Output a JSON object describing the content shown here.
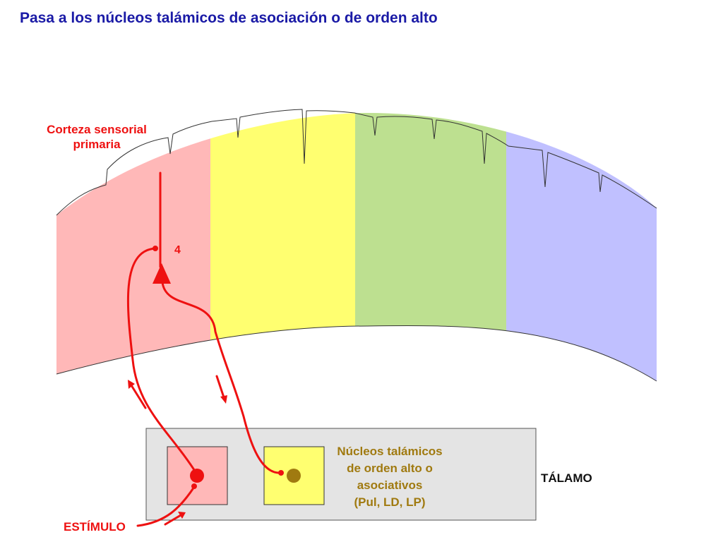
{
  "title": "Pasa a los núcleos talámicos de asociación o de orden alto",
  "cortex": {
    "label_line1": "Corteza sensorial",
    "label_line2": "primaria",
    "layer_label": "4",
    "region_colors": [
      "#ffb8b8",
      "#ffff70",
      "#bde090",
      "#c0c0ff"
    ]
  },
  "thalamus": {
    "label": "TÁLAMO",
    "box_color": "#e4e4e4",
    "primary_nucleus_color": "#ffb8b8",
    "association_nucleus_color": "#ffff70",
    "association_label_lines": [
      "Núcleos talámicos",
      "de orden alto o",
      "asociativos",
      "(Pul, LD, LP)"
    ]
  },
  "stimulus_label": "ESTÍMULO",
  "colors": {
    "pathway": "#ee1111",
    "association_text": "#a07a10",
    "association_neuron": "#a07a10",
    "title": "#1a1aa6"
  }
}
